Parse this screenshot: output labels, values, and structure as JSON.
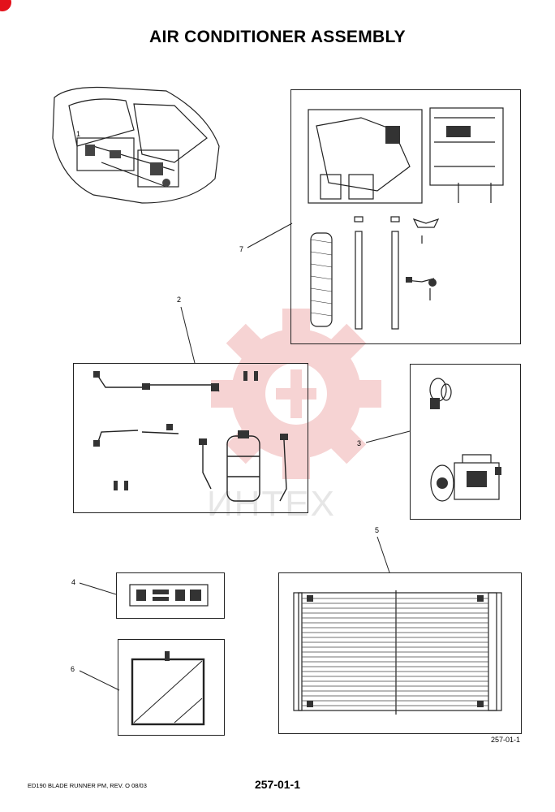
{
  "page": {
    "title": "AIR CONDITIONER ASSEMBLY",
    "footer_left": "ED190 BLADE RUNNER PM,  REV. O  08/03",
    "page_number": "257-01-1",
    "figure_ref": "257-01-1",
    "watermark_text": "ИНТЕХ"
  },
  "callouts": {
    "c1": "1",
    "c2": "2",
    "c3": "3",
    "c4": "4",
    "c5": "5",
    "c6": "6",
    "c7": "7"
  },
  "colors": {
    "watermark": "#f6d3d3",
    "corner_mark": "#e3121b",
    "line": "#222222"
  }
}
